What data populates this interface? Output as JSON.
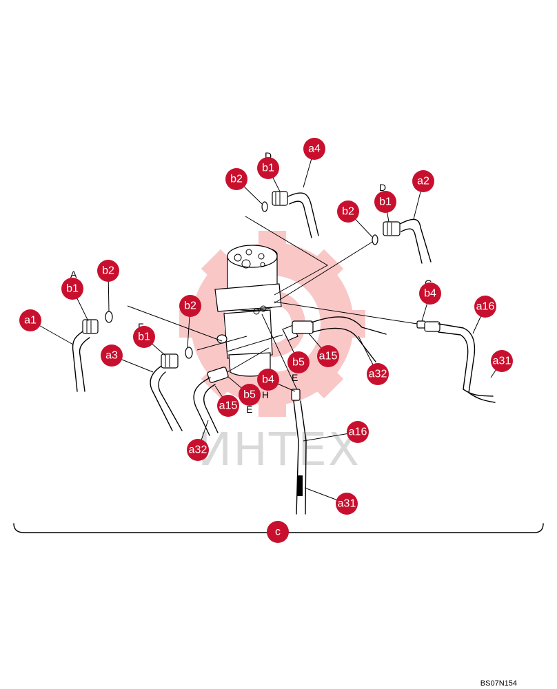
{
  "callouts": {
    "a4": "a4",
    "b1_top": "b1",
    "b2_top": "b2",
    "a2": "a2",
    "b1_right": "b1",
    "b2_right": "b2",
    "b2_left": "b2",
    "b1_left": "b1",
    "a1": "a1",
    "b2_mid": "b2",
    "b1_mid": "b1",
    "a3": "a3",
    "b4_right": "b4",
    "a16_right": "a16",
    "a31_right": "a31",
    "b5_center": "b5",
    "a15_center": "a15",
    "a32_center": "a32",
    "b4_center": "b4",
    "b5_lower": "b5",
    "a15_lower": "a15",
    "a32_lower": "a32",
    "a16_lower": "a16",
    "a31_lower": "a31",
    "c": "c"
  },
  "port_letters": {
    "top_d": "D",
    "right_d": "D",
    "left_a": "A",
    "mid_f": "F",
    "right_g": "G",
    "center_e": "E",
    "lower_e": "E",
    "lower_h": "H"
  },
  "watermark": {
    "text": "ИНТЕХ",
    "color": "#f4a6a6"
  },
  "drawing_code": "BS07N154",
  "colors": {
    "callout_fill": "#c8102e",
    "callout_text": "#ffffff",
    "line": "#000000"
  }
}
